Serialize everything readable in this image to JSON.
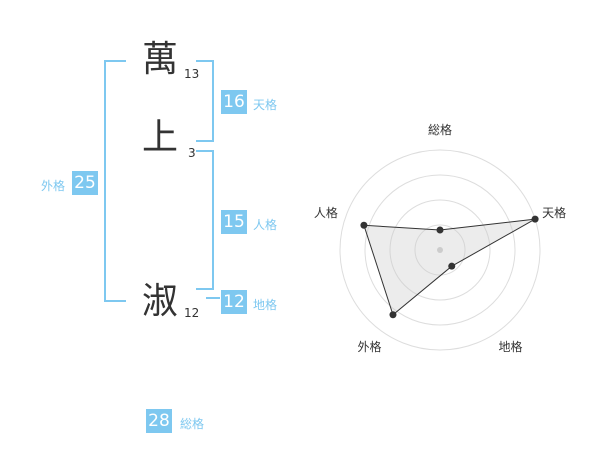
{
  "name": {
    "chars": [
      {
        "char": "萬",
        "strokes": "13"
      },
      {
        "char": "上",
        "strokes": "3"
      },
      {
        "char": "淑",
        "strokes": "12"
      }
    ]
  },
  "fortune": {
    "tenkaku": {
      "value": "16",
      "label": "天格"
    },
    "jinkaku": {
      "value": "15",
      "label": "人格"
    },
    "chikaku": {
      "value": "12",
      "label": "地格"
    },
    "gaikaku": {
      "value": "25",
      "label": "外格"
    },
    "soukaku": {
      "value": "28",
      "label": "総格"
    }
  },
  "colors": {
    "accent": "#7ec8f0",
    "text": "#333333"
  },
  "chart_data": {
    "type": "radar",
    "axes": [
      "総格",
      "天格",
      "地格",
      "外格",
      "人格"
    ],
    "values": [
      1,
      5,
      1,
      4,
      4
    ],
    "max": 5,
    "rings": 4
  }
}
